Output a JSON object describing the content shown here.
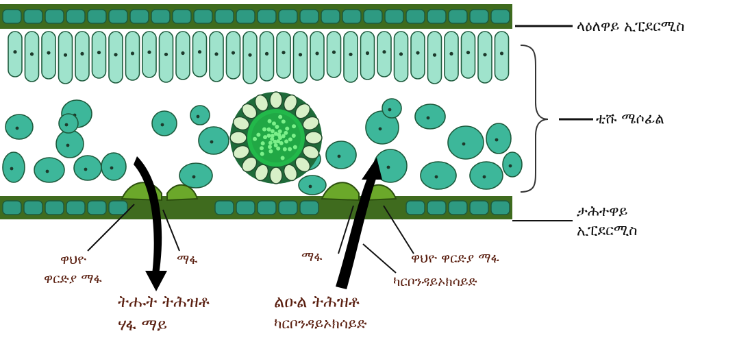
{
  "diagram": {
    "colors": {
      "epidermis_outer": "#3f6b1e",
      "epidermis_cell": "#2e9a82",
      "palisade": "#9fe3cc",
      "spongy": "#3db79a",
      "bundle_outer": "#1f6b3a",
      "bundle_inner": "#22b84a",
      "guard_cell": "#6ba82a",
      "arrow": "#000000",
      "label_dark": "#111111",
      "label_brown": "#5a1f10"
    },
    "labels": {
      "upper_epidermis": "ላዕለዋይ ኢፒደርሚስ",
      "mesophyll": "ቲሹ ሜሶፊል",
      "lower_epidermis_line1": "ታሕተዋይ",
      "lower_epidermis_line2": "ኢፒደርሚስ",
      "guard_cell_left_line1": "ዋህዮ",
      "guard_cell_left_line2": "ዋርድያ ማፋ",
      "stoma_left": "ማፋ",
      "stoma_right": "ማፋ",
      "guard_cell_right": "ዋህዮ ዋርድያ ማፋ",
      "co2_right_small": "ካርቦንዳይኦክሳይድ",
      "out_line1": "ትሑት ትሕዝቶ",
      "out_line2": "ሃፋ ማይ",
      "in_line1": "ልዑል ትሕዝቶ",
      "in_line2": "ካርቦንዳይኦክሳይድ"
    }
  }
}
